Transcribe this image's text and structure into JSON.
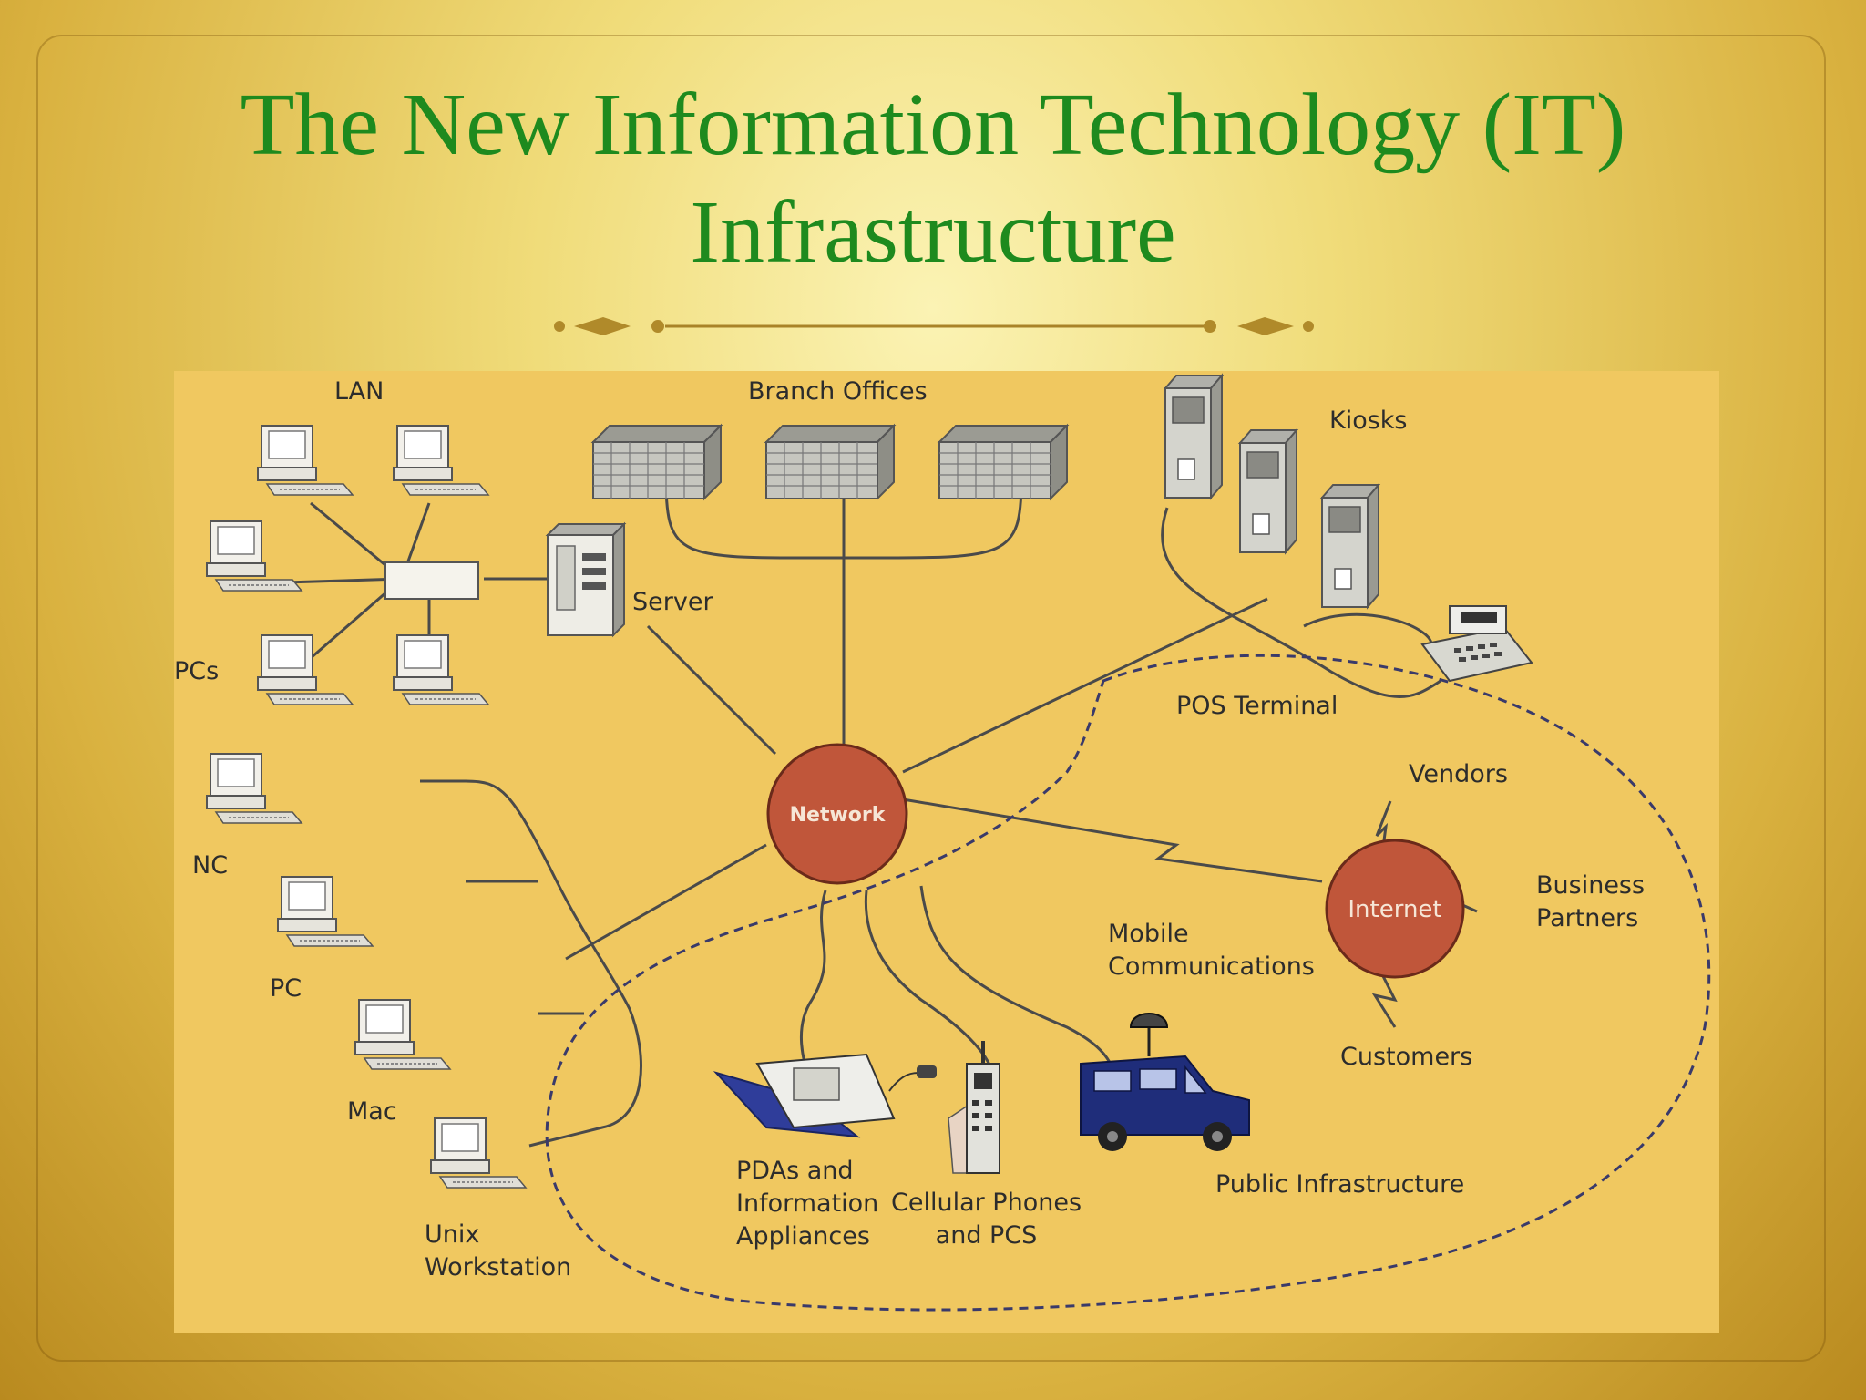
{
  "slide": {
    "title_line1": "The New Information Technology (IT)",
    "title_line2": "Infrastructure"
  },
  "diagram": {
    "labels": {
      "lan": "LAN",
      "pcs": "PCs",
      "branch_offices": "Branch Offices",
      "server": "Server",
      "kiosks": "Kiosks",
      "pos_terminal": "POS Terminal",
      "network": "Network",
      "internet": "Internet",
      "vendors": "Vendors",
      "business_partners": "Business\nPartners",
      "customers": "Customers",
      "mobile_communications": "Mobile\nCommunications",
      "nc": "NC",
      "pc": "PC",
      "mac": "Mac",
      "unix_workstation": "Unix\nWorkstation",
      "pdas": "PDAs and\nInformation\nAppliances",
      "cellular_phones": "Cellular Phones\nand PCS",
      "public_infrastructure": "Public Infrastructure"
    },
    "colors": {
      "panel": "#f0c860",
      "node": "#c0563a",
      "title": "#1e8a1e"
    }
  }
}
